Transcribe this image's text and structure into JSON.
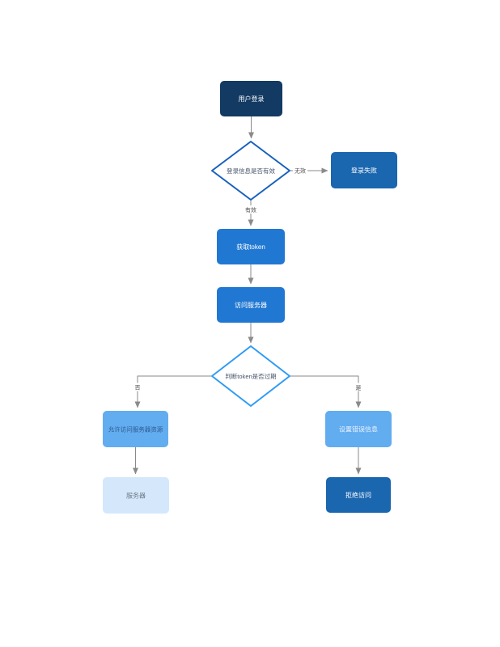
{
  "page": {
    "background": "#ffffff",
    "description": "Login and token validation flowchart"
  },
  "colors": {
    "navy": "#123a62",
    "medium_blue": "#1a66af",
    "bright_blue": "#2178d3",
    "light_blue": "#62acf0",
    "pale_blue": "#d5e8fb",
    "diamond1_border": "#1760be",
    "diamond2_border": "#2e9bf5",
    "edge_line": "#8a8a8a",
    "edge_label_text": "#4d4d4d",
    "diamond_text": "#44546a",
    "allow_text": "#2e5b8f",
    "server_text": "#6e7b87",
    "white_text": "#ffffff"
  },
  "nodes": {
    "login": {
      "label": "用户登录"
    },
    "check_valid": {
      "label": "登录信息是否有效"
    },
    "login_fail": {
      "label": "登录失败"
    },
    "get_token": {
      "label": "获取token"
    },
    "access_server": {
      "label": "访问服务器"
    },
    "check_token": {
      "label": "判断token是否过期"
    },
    "allow_access": {
      "label": "允许访问服务器资源"
    },
    "server": {
      "label": "服务器"
    },
    "set_error": {
      "label": "设置错误信息"
    },
    "deny_access": {
      "label": "拒绝访问"
    }
  },
  "edge_labels": {
    "invalid": "无效",
    "valid": "有效",
    "no": "否",
    "yes": "是"
  }
}
